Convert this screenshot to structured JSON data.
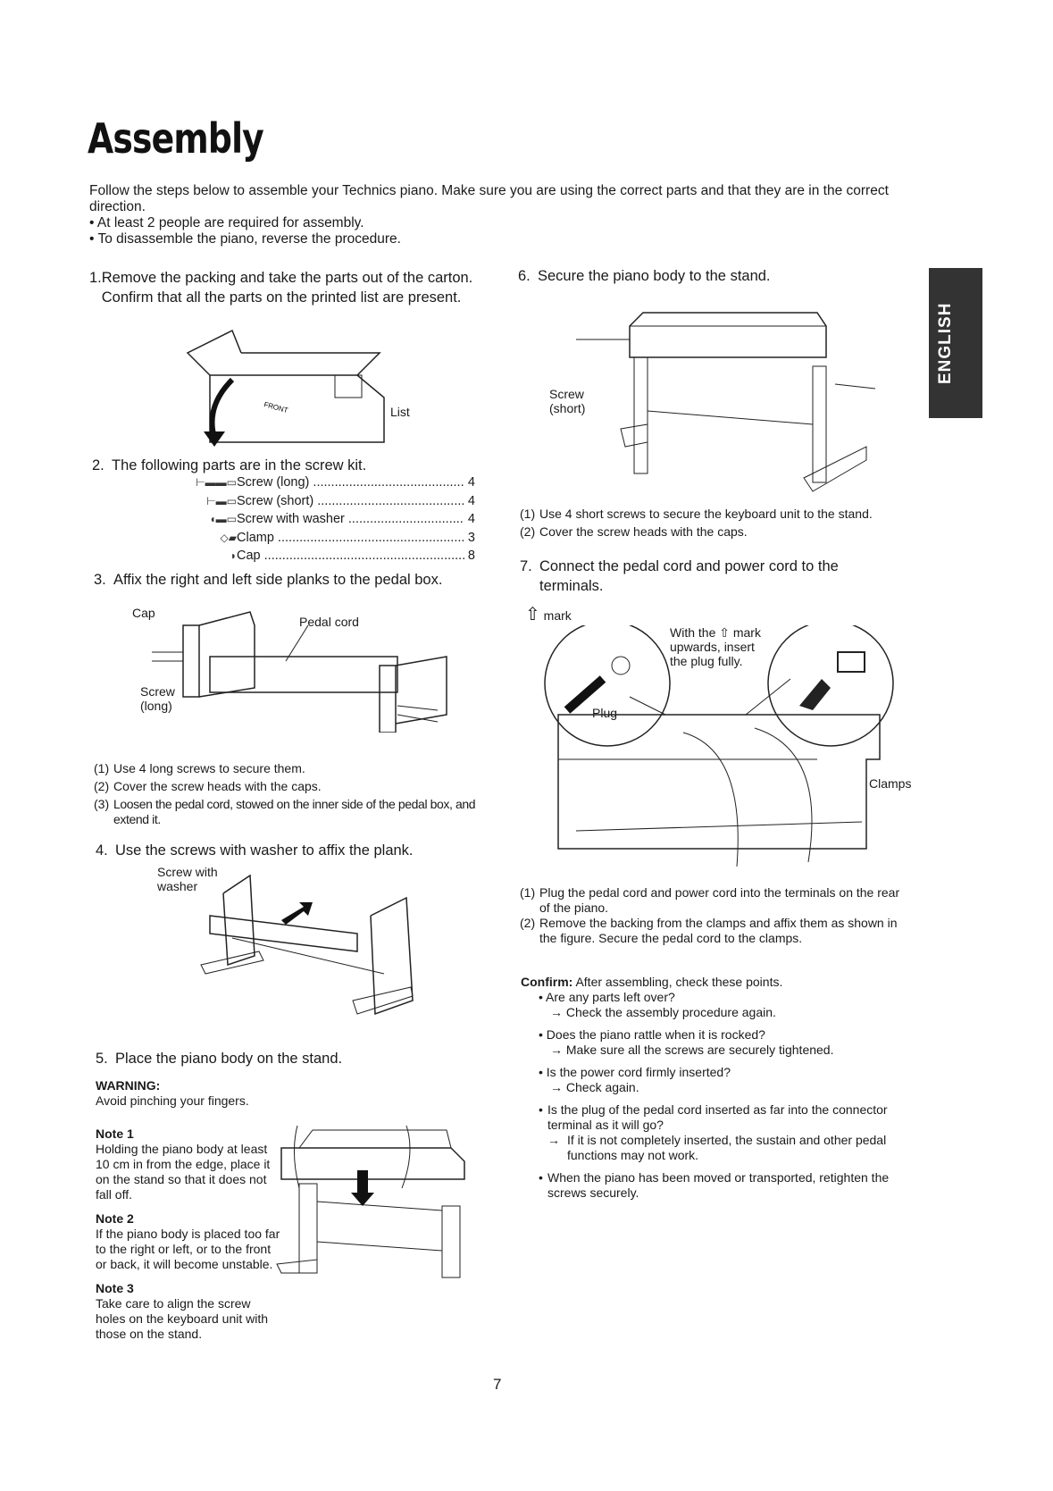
{
  "title": "Assembly",
  "intro": {
    "text": "Follow the steps below to assemble your Technics piano. Make sure you are using the correct parts and that they are in the correct direction.",
    "bullets": [
      "At least 2 people are required for assembly.",
      "To disassemble the piano, reverse the procedure."
    ]
  },
  "side_tab": "ENGLISH",
  "steps": {
    "s1": {
      "num": "1.",
      "text": "Remove the packing and take the parts out of the carton. Confirm that all the parts on the printed list are present.",
      "fig_labels": {
        "list": "List",
        "front": "FRONT"
      }
    },
    "s2": {
      "num": "2.",
      "text": "The following parts are in the screw kit.",
      "parts": [
        {
          "name": "Screw (long)",
          "qty": "4"
        },
        {
          "name": "Screw (short)",
          "qty": "4"
        },
        {
          "name": "Screw with washer",
          "qty": "4"
        },
        {
          "name": "Clamp",
          "qty": "3"
        },
        {
          "name": "Cap",
          "qty": "8"
        }
      ]
    },
    "s3": {
      "num": "3.",
      "text": "Affix the right and left side planks to the pedal box.",
      "fig_labels": {
        "cap": "Cap",
        "pedal_cord": "Pedal cord",
        "screw_long": "Screw (long)"
      },
      "notes": [
        {
          "n": "(1)",
          "t": "Use 4 long screws to secure them."
        },
        {
          "n": "(2)",
          "t": "Cover the screw heads with the caps."
        },
        {
          "n": "(3)",
          "t": "Loosen the pedal cord, stowed on the inner side of the pedal box, and extend it."
        }
      ]
    },
    "s4": {
      "num": "4.",
      "text": "Use the screws with washer to affix the plank.",
      "fig_labels": {
        "screw_washer": "Screw with washer"
      }
    },
    "s5": {
      "num": "5.",
      "text": "Place the piano body on the stand.",
      "warning_title": "WARNING:",
      "warning_text": "Avoid pinching your fingers.",
      "notes": [
        {
          "title": "Note 1",
          "text": "Holding the piano body at least 10 cm in from the edge, place it on the stand so that it does not fall off."
        },
        {
          "title": "Note 2",
          "text": "If the piano body is placed too far to the right or left, or to the front or back, it will become unstable."
        },
        {
          "title": "Note 3",
          "text": "Take care to align the screw holes on the keyboard unit with those on the stand."
        }
      ]
    },
    "s6": {
      "num": "6.",
      "text": "Secure the piano body to the stand.",
      "fig_labels": {
        "screw_short": "Screw (short)"
      },
      "notes": [
        {
          "n": "(1)",
          "t": "Use 4 short screws to secure the keyboard unit to the stand."
        },
        {
          "n": "(2)",
          "t": "Cover the screw heads with the caps."
        }
      ]
    },
    "s7": {
      "num": "7.",
      "text": "Connect the pedal cord and power cord to the terminals.",
      "fig_labels": {
        "mark": "mark",
        "with_mark": "With the ⇧ mark upwards, insert the plug fully.",
        "plug": "Plug",
        "clamps": "Clamps"
      },
      "notes": [
        {
          "n": "(1)",
          "t": "Plug the pedal cord and power cord into the terminals on the rear of the piano."
        },
        {
          "n": "(2)",
          "t": "Remove the backing from the clamps and affix them as shown in the figure. Secure the pedal cord to the clamps."
        }
      ]
    }
  },
  "confirm": {
    "label": "Confirm:",
    "text": "After assembling, check these points.",
    "items": [
      {
        "q": "Are any parts left over?",
        "a": "Check the assembly procedure again."
      },
      {
        "q": "Does the piano rattle when it is rocked?",
        "a": "Make sure all the screws are securely tightened."
      },
      {
        "q": "Is the power cord firmly inserted?",
        "a": "Check again."
      },
      {
        "q": "Is the plug of the pedal cord inserted as far into the connector terminal as it will go?",
        "a": "If it is not completely inserted, the sustain and other pedal functions may not work."
      },
      {
        "q": "When the piano has been moved or transported, retighten the screws securely.",
        "a": null
      }
    ]
  },
  "page_number": "7"
}
